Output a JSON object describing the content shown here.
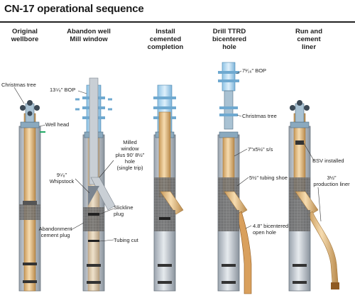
{
  "title": "CN-17 operational sequence",
  "columns": [
    {
      "line1": "Original",
      "line2": "wellbore",
      "line3": ""
    },
    {
      "line1": "Abandon well",
      "line2": "Mill window",
      "line3": ""
    },
    {
      "line1": "Install",
      "line2": "cemented",
      "line3": "completion"
    },
    {
      "line1": "Drill TTRD",
      "line2": "bicentered",
      "line3": "hole"
    },
    {
      "line1": "Run and",
      "line2": "cement",
      "line3": "liner"
    }
  ],
  "annotations": {
    "christmas_tree_1": "Christmas tree",
    "well_head": "Well head",
    "bop_13": "13⁵⁄₈\" BOP",
    "milled_window": [
      "Milled",
      "window",
      "plus 90' 8½\"",
      "hole",
      "(single trip)"
    ],
    "whipstock": [
      "9⁵⁄₈\"",
      "Whipstock"
    ],
    "slickline": [
      "Slickline",
      "plug"
    ],
    "abandonment": [
      "Abandonment",
      "cement plug"
    ],
    "tubing_cut": "Tubing cut",
    "bop_7": "7¹⁄₁₆\" BOP",
    "christmas_tree_2": "Christmas tree",
    "tubing_7": "7\"x5½\" s/s",
    "tubing_shoe": "5½\" tubing shoe",
    "bicentered": [
      "4.8\" bicentered",
      "open hole"
    ],
    "bsv": "BSV installed",
    "production_liner": [
      "3½\"",
      "production liner"
    ]
  }
}
